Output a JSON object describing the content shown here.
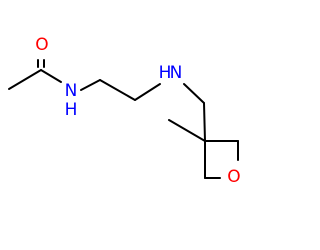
{
  "molecule": {
    "atoms": {
      "carbonyl_oxygen": {
        "symbol": "O",
        "color": "#ff0000"
      },
      "amide_nitrogen": {
        "symbol": "N",
        "color": "#0000ff"
      },
      "amine_nitrogen": {
        "symbol": "N",
        "color": "#0000ff"
      },
      "amine_hydrogen": {
        "symbol": "H",
        "color": "#0000ff"
      },
      "amide_hydrogen": {
        "symbol": "H",
        "color": "#0000ff"
      },
      "ring_oxygen": {
        "symbol": "O",
        "color": "#ff0000"
      }
    },
    "bond_color": "#000000"
  }
}
